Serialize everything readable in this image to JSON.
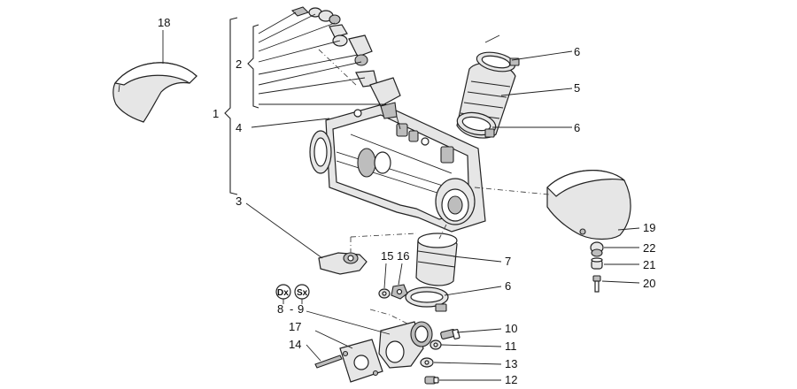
{
  "callouts": {
    "c1": "1",
    "c2": "2",
    "c3": "3",
    "c4": "4",
    "c5": "5",
    "c6a": "6",
    "c6b": "6",
    "c6c": "6",
    "c7": "7",
    "c8": "8",
    "c9": "9",
    "c10": "10",
    "c11": "11",
    "c12": "12",
    "c13": "13",
    "c14": "14",
    "c15": "15",
    "c16": "16",
    "c17": "17",
    "c18": "18",
    "c19": "19",
    "c20": "20",
    "c21": "21",
    "c22": "22"
  },
  "side_badges": {
    "dx": "Dx",
    "sx": "Sx",
    "dash": "-"
  },
  "colors": {
    "ink": "#222222",
    "fill_light": "#e6e6e6",
    "fill_dark": "#bdbdbd",
    "background": "#ffffff"
  }
}
